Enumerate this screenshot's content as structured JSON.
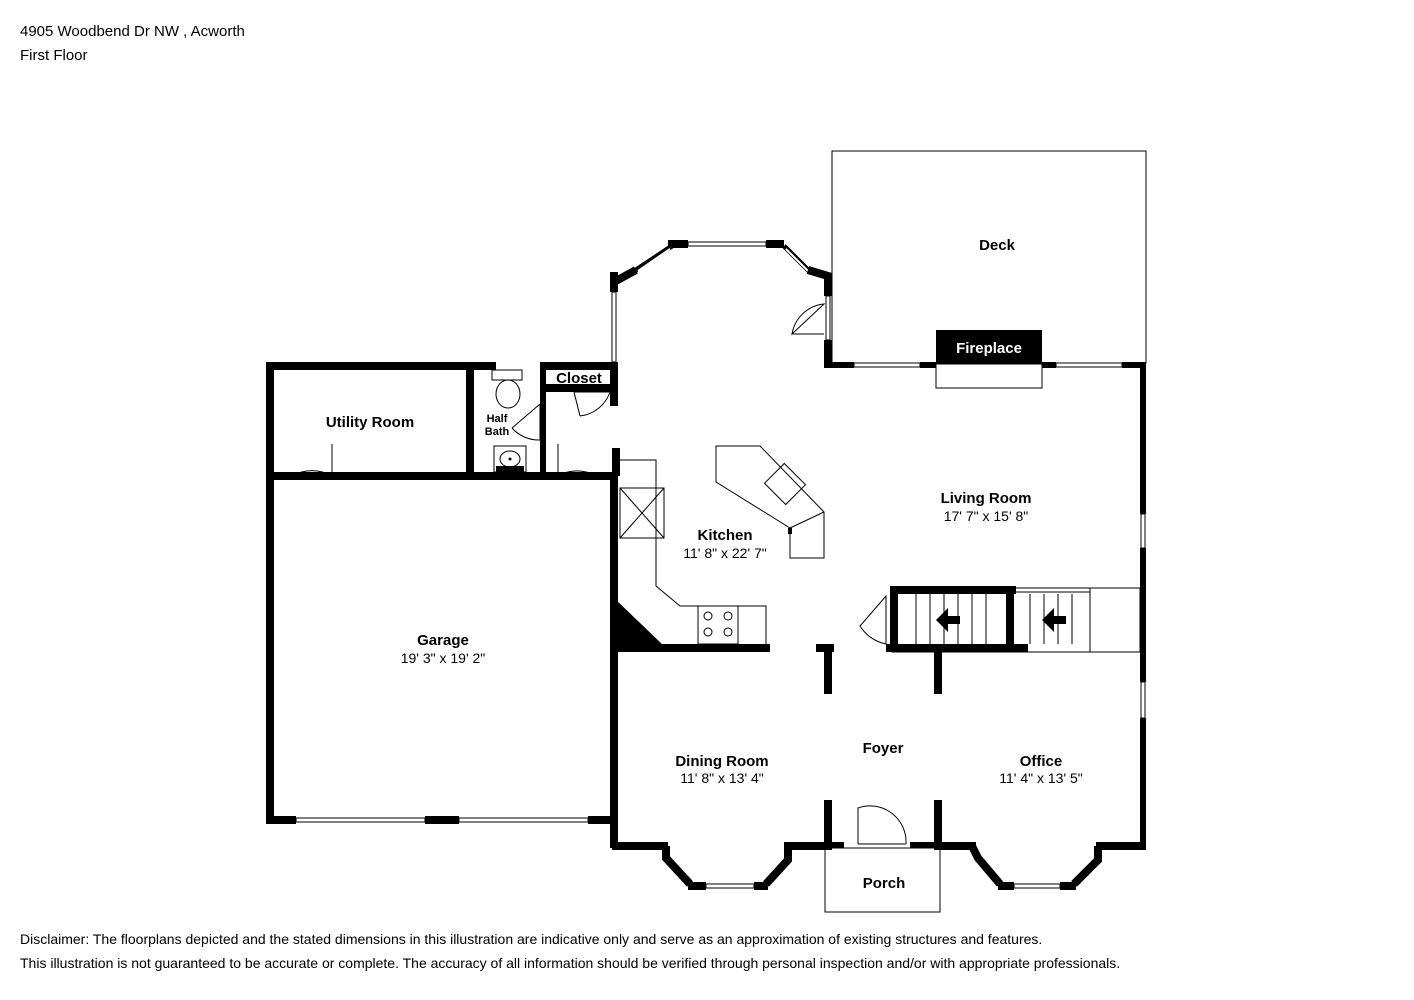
{
  "header": {
    "address": "4905 Woodbend Dr NW , Acworth",
    "floor": "First Floor"
  },
  "rooms": {
    "deck": {
      "name": "Deck"
    },
    "fireplace": {
      "name": "Fireplace"
    },
    "closet": {
      "name": "Closet"
    },
    "utility": {
      "name": "Utility Room"
    },
    "half_bath": {
      "line1": "Half",
      "line2": "Bath"
    },
    "living": {
      "name": "Living Room",
      "dims": "17' 7\" x 15' 8\""
    },
    "kitchen": {
      "name": "Kitchen",
      "dims": "11' 8\" x 22' 7\""
    },
    "garage": {
      "name": "Garage",
      "dims": "19' 3\" x 19' 2\""
    },
    "dining": {
      "name": "Dining Room",
      "dims": "11' 8\" x 13' 4\""
    },
    "foyer": {
      "name": "Foyer"
    },
    "office": {
      "name": "Office",
      "dims": "11' 4\" x 13' 5\""
    },
    "porch": {
      "name": "Porch"
    }
  },
  "disclaimer": {
    "line1": "Disclaimer: The floorplans depicted and the stated dimensions in this illustration are indicative only and serve as an approximation of existing structures and features.",
    "line2": "This illustration is not guaranteed to be accurate or complete. The accuracy of all information should be verified through personal inspection and/or with appropriate professionals."
  }
}
